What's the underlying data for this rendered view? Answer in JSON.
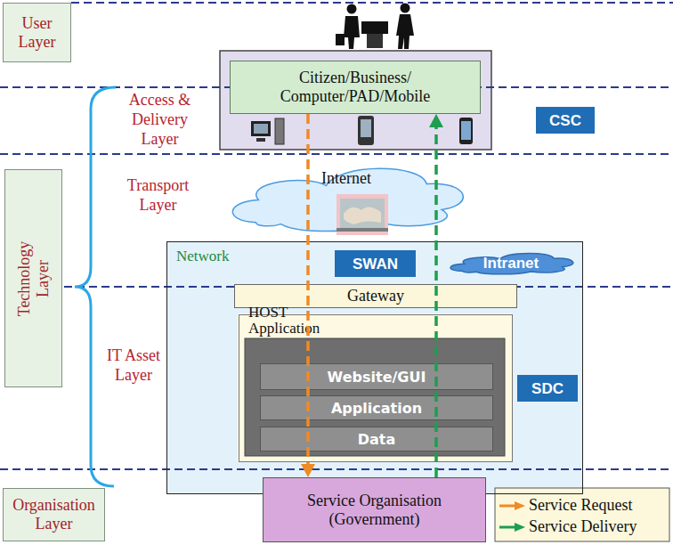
{
  "diagram": {
    "nodes": [
      {
        "text": [
          "User Layer"
        ]
      },
      {
        "text": [
          "Citizen/Business/ Computer/PAD/Mobile"
        ]
      },
      {
        "text": [
          "CSC"
        ]
      },
      {
        "text": [
          "Technology Layer"
        ]
      },
      {
        "text": [
          "Internet"
        ]
      },
      {
        "text": [
          "Network"
        ]
      },
      {
        "text": [
          "SWAN"
        ],
        "in": 5
      },
      {
        "text": [
          "Intranet"
        ],
        "in": 5
      },
      {
        "text": [
          "Gateway"
        ],
        "in": 5
      },
      {
        "text": [
          "HOST Application"
        ],
        "in": 5
      },
      {
        "text": [
          "Website/GUI"
        ],
        "in": 9
      },
      {
        "text": [
          "Application"
        ],
        "in": 9
      },
      {
        "text": [
          "Data"
        ],
        "in": 9
      },
      {
        "text": [
          "SDC"
        ],
        "in": 5
      },
      {
        "text": [
          "Organisation Layer"
        ]
      },
      {
        "text": [
          "Service Organisation (Government)"
        ]
      }
    ],
    "edges": [
      {
        "from": 1,
        "to": 15,
        "arrow": "to"
      },
      {
        "from": 15,
        "to": 1,
        "arrow": "to"
      }
    ],
    "labels": [
      "Access & Delivery Layer",
      "Transport Layer",
      "IT Asset Layer"
    ],
    "legend": [
      {
        "text": "Service Request"
      },
      {
        "text": "Service Delivery"
      }
    ]
  }
}
